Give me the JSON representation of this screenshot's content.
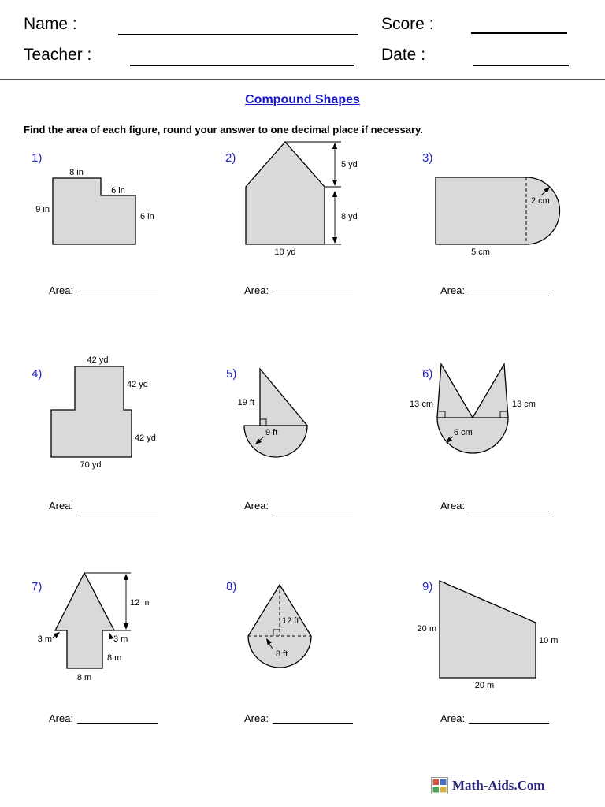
{
  "header": {
    "name_label": "Name :",
    "teacher_label": "Teacher :",
    "score_label": "Score :",
    "date_label": "Date :"
  },
  "title": "Compound Shapes",
  "instruction": "Find the area of each figure, round your answer to one decimal place if necessary.",
  "area_label": "Area:",
  "problems": [
    {
      "num": "1)",
      "shape": "l-shape",
      "dims": {
        "top": "8 in",
        "step": "6 in",
        "left": "9 in",
        "right": "6 in"
      }
    },
    {
      "num": "2)",
      "shape": "house-pentagon",
      "dims": {
        "roof_height": "5 yd",
        "wall_height": "8 yd",
        "base": "10 yd"
      }
    },
    {
      "num": "3)",
      "shape": "rectangle-with-semicircle",
      "dims": {
        "radius": "2 cm",
        "base": "5 cm"
      }
    },
    {
      "num": "4)",
      "shape": "t-shape",
      "dims": {
        "top": "42 yd",
        "upper_right": "42 yd",
        "lower_right": "42 yd",
        "base": "70 yd"
      }
    },
    {
      "num": "5)",
      "shape": "triangle-on-semicircle",
      "dims": {
        "height": "19 ft",
        "diameter": "9 ft"
      }
    },
    {
      "num": "6)",
      "shape": "two-triangles-on-semicircle",
      "dims": {
        "left": "13 cm",
        "right": "13 cm",
        "diameter": "6 cm"
      }
    },
    {
      "num": "7)",
      "shape": "up-arrow",
      "dims": {
        "triangle_height": "12 m",
        "left_overhang": "3 m",
        "right_overhang": "3 m",
        "stem_height": "8 m",
        "stem_width": "8 m"
      }
    },
    {
      "num": "8)",
      "shape": "cone-on-semicircle",
      "dims": {
        "height": "12 ft",
        "diameter": "8 ft"
      }
    },
    {
      "num": "9)",
      "shape": "trapezoid",
      "dims": {
        "left": "20 m",
        "right": "10 m",
        "base": "20 m"
      }
    }
  ],
  "footer": {
    "brand": "Math-Aids.Com"
  },
  "colors": {
    "accent-blue": "#2323cb",
    "title-blue": "#1414cd",
    "shape-fill": "#d9d9d9",
    "brand-navy": "#26267a"
  }
}
